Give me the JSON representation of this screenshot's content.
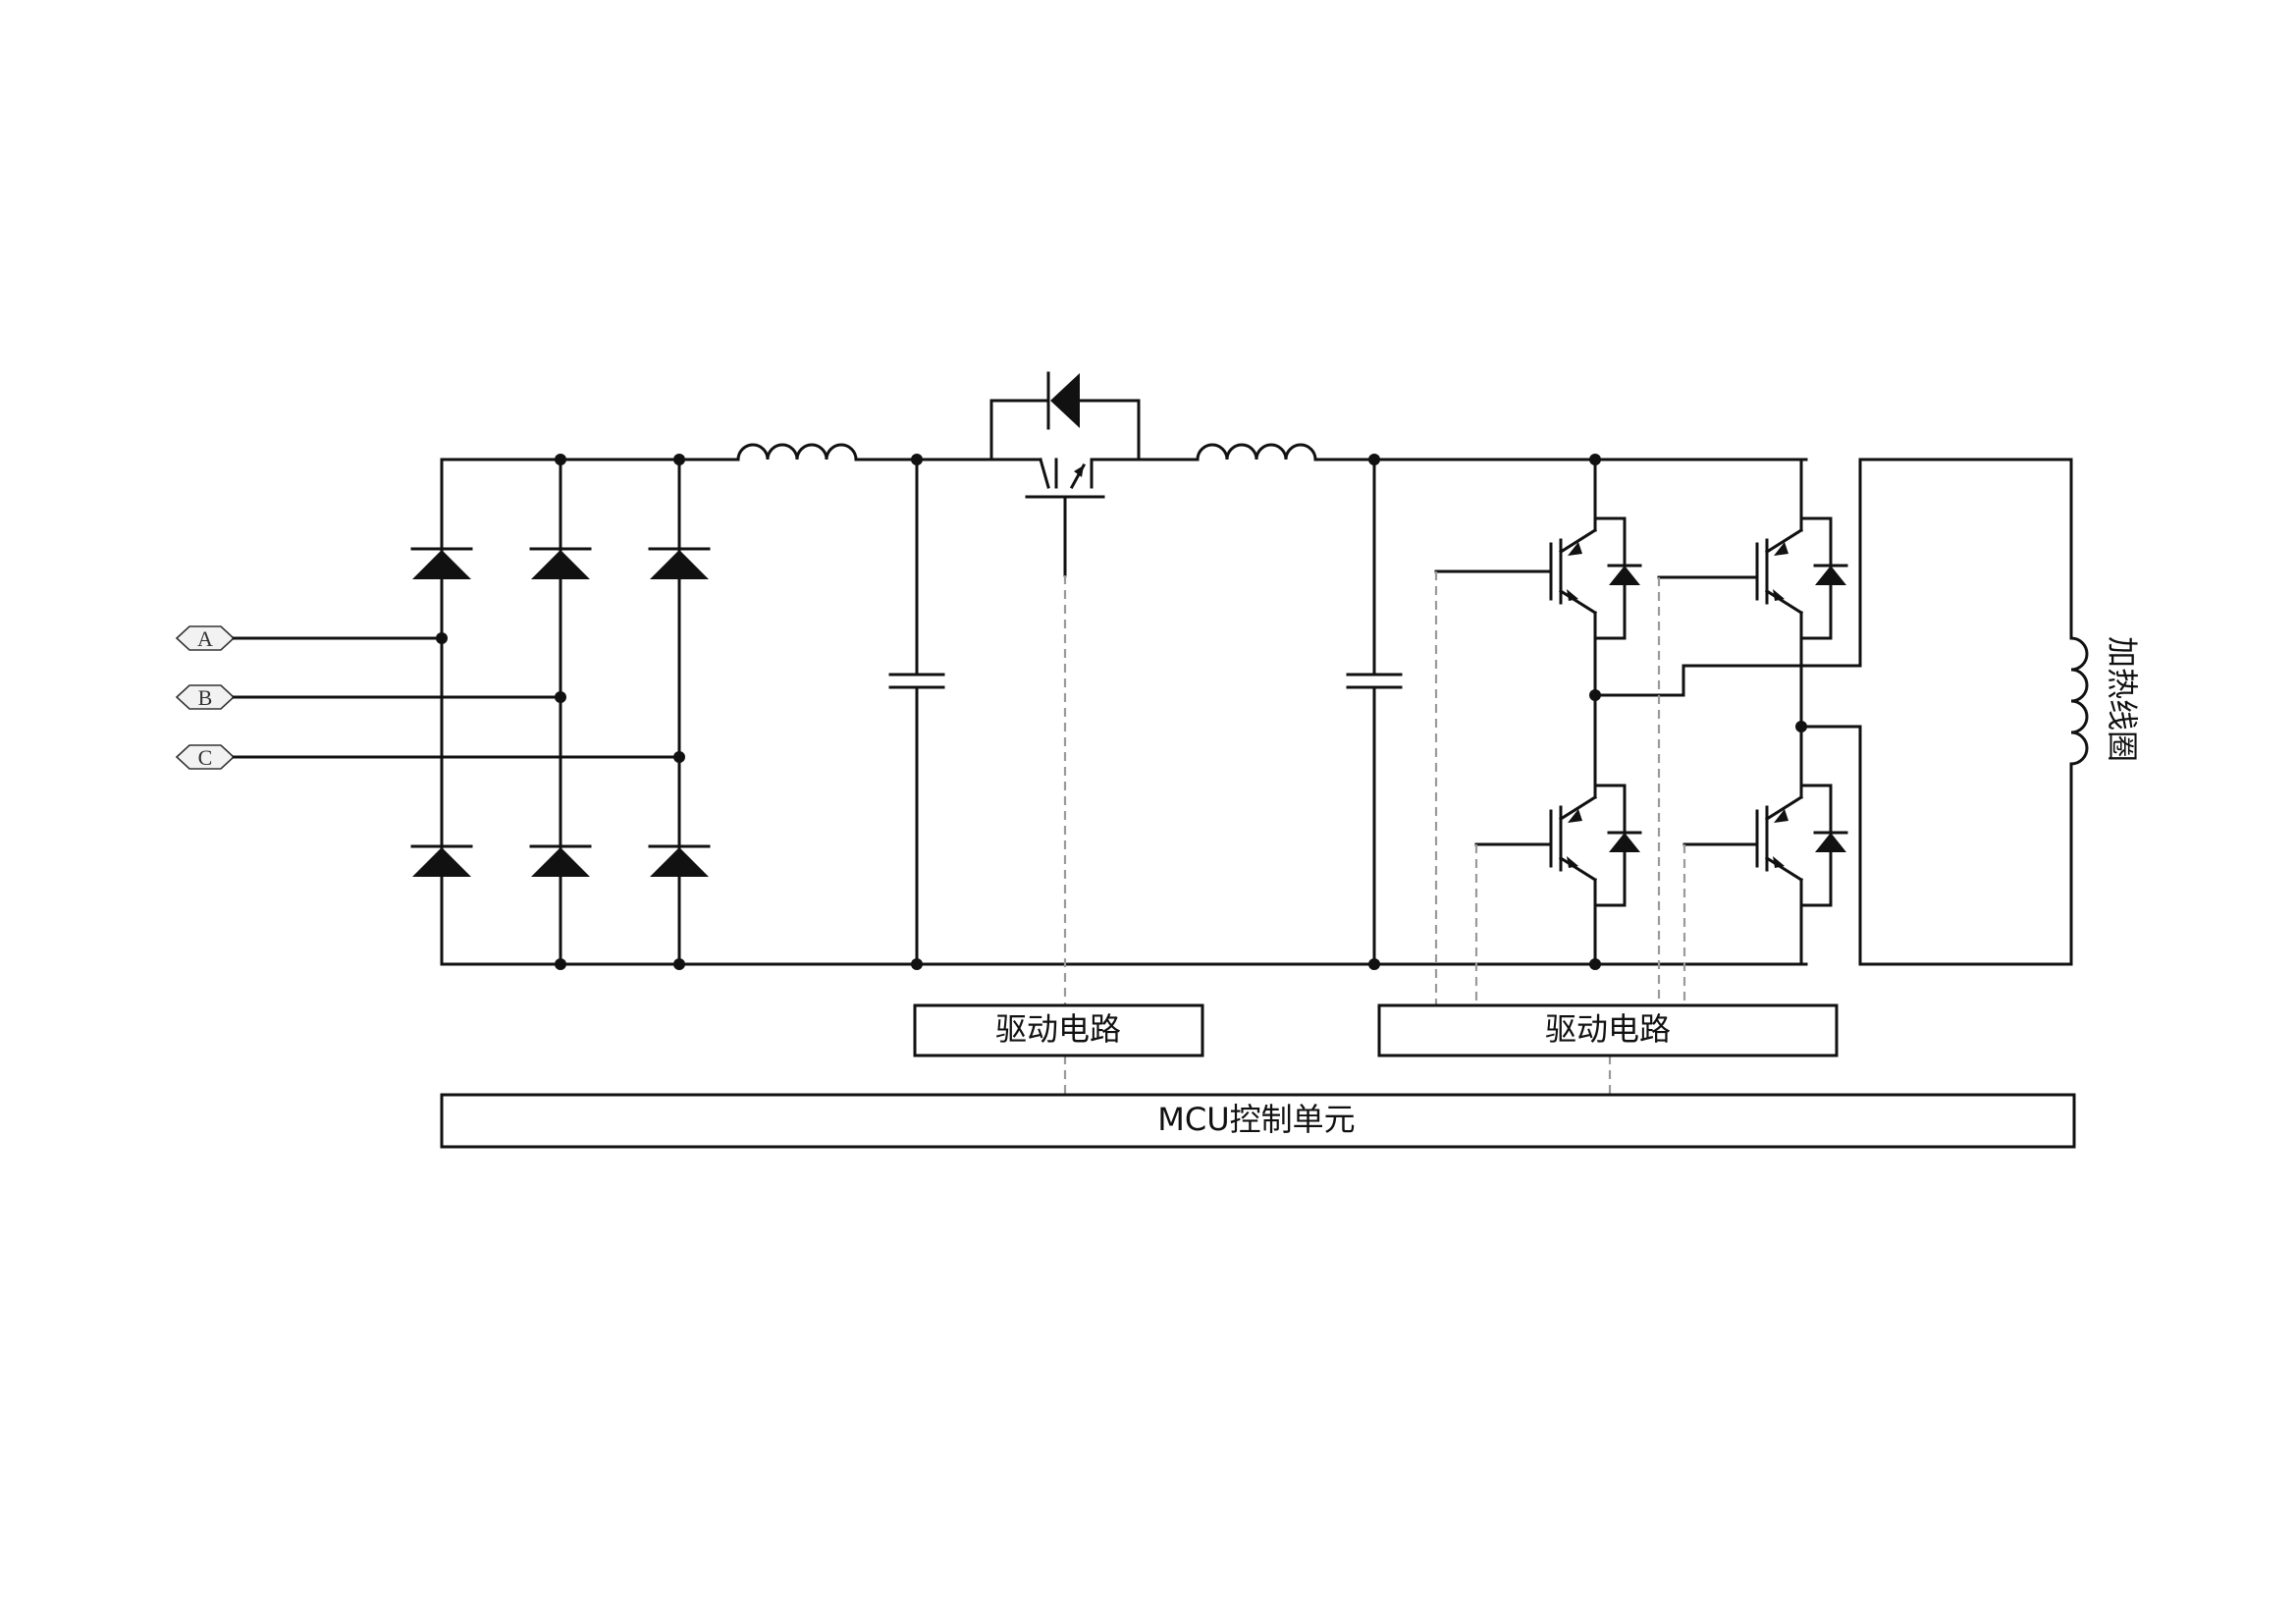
{
  "inputs": {
    "phase_a": "A",
    "phase_b": "B",
    "phase_c": "C"
  },
  "blocks": {
    "driver_left": "驱动电路",
    "driver_right": "驱动电路",
    "mcu": "MCU控制单元",
    "coil": "加热线圈"
  },
  "colors": {
    "line": "#111111",
    "dashed": "#9a9a9a",
    "tag_fill": "#f2f2f2"
  }
}
